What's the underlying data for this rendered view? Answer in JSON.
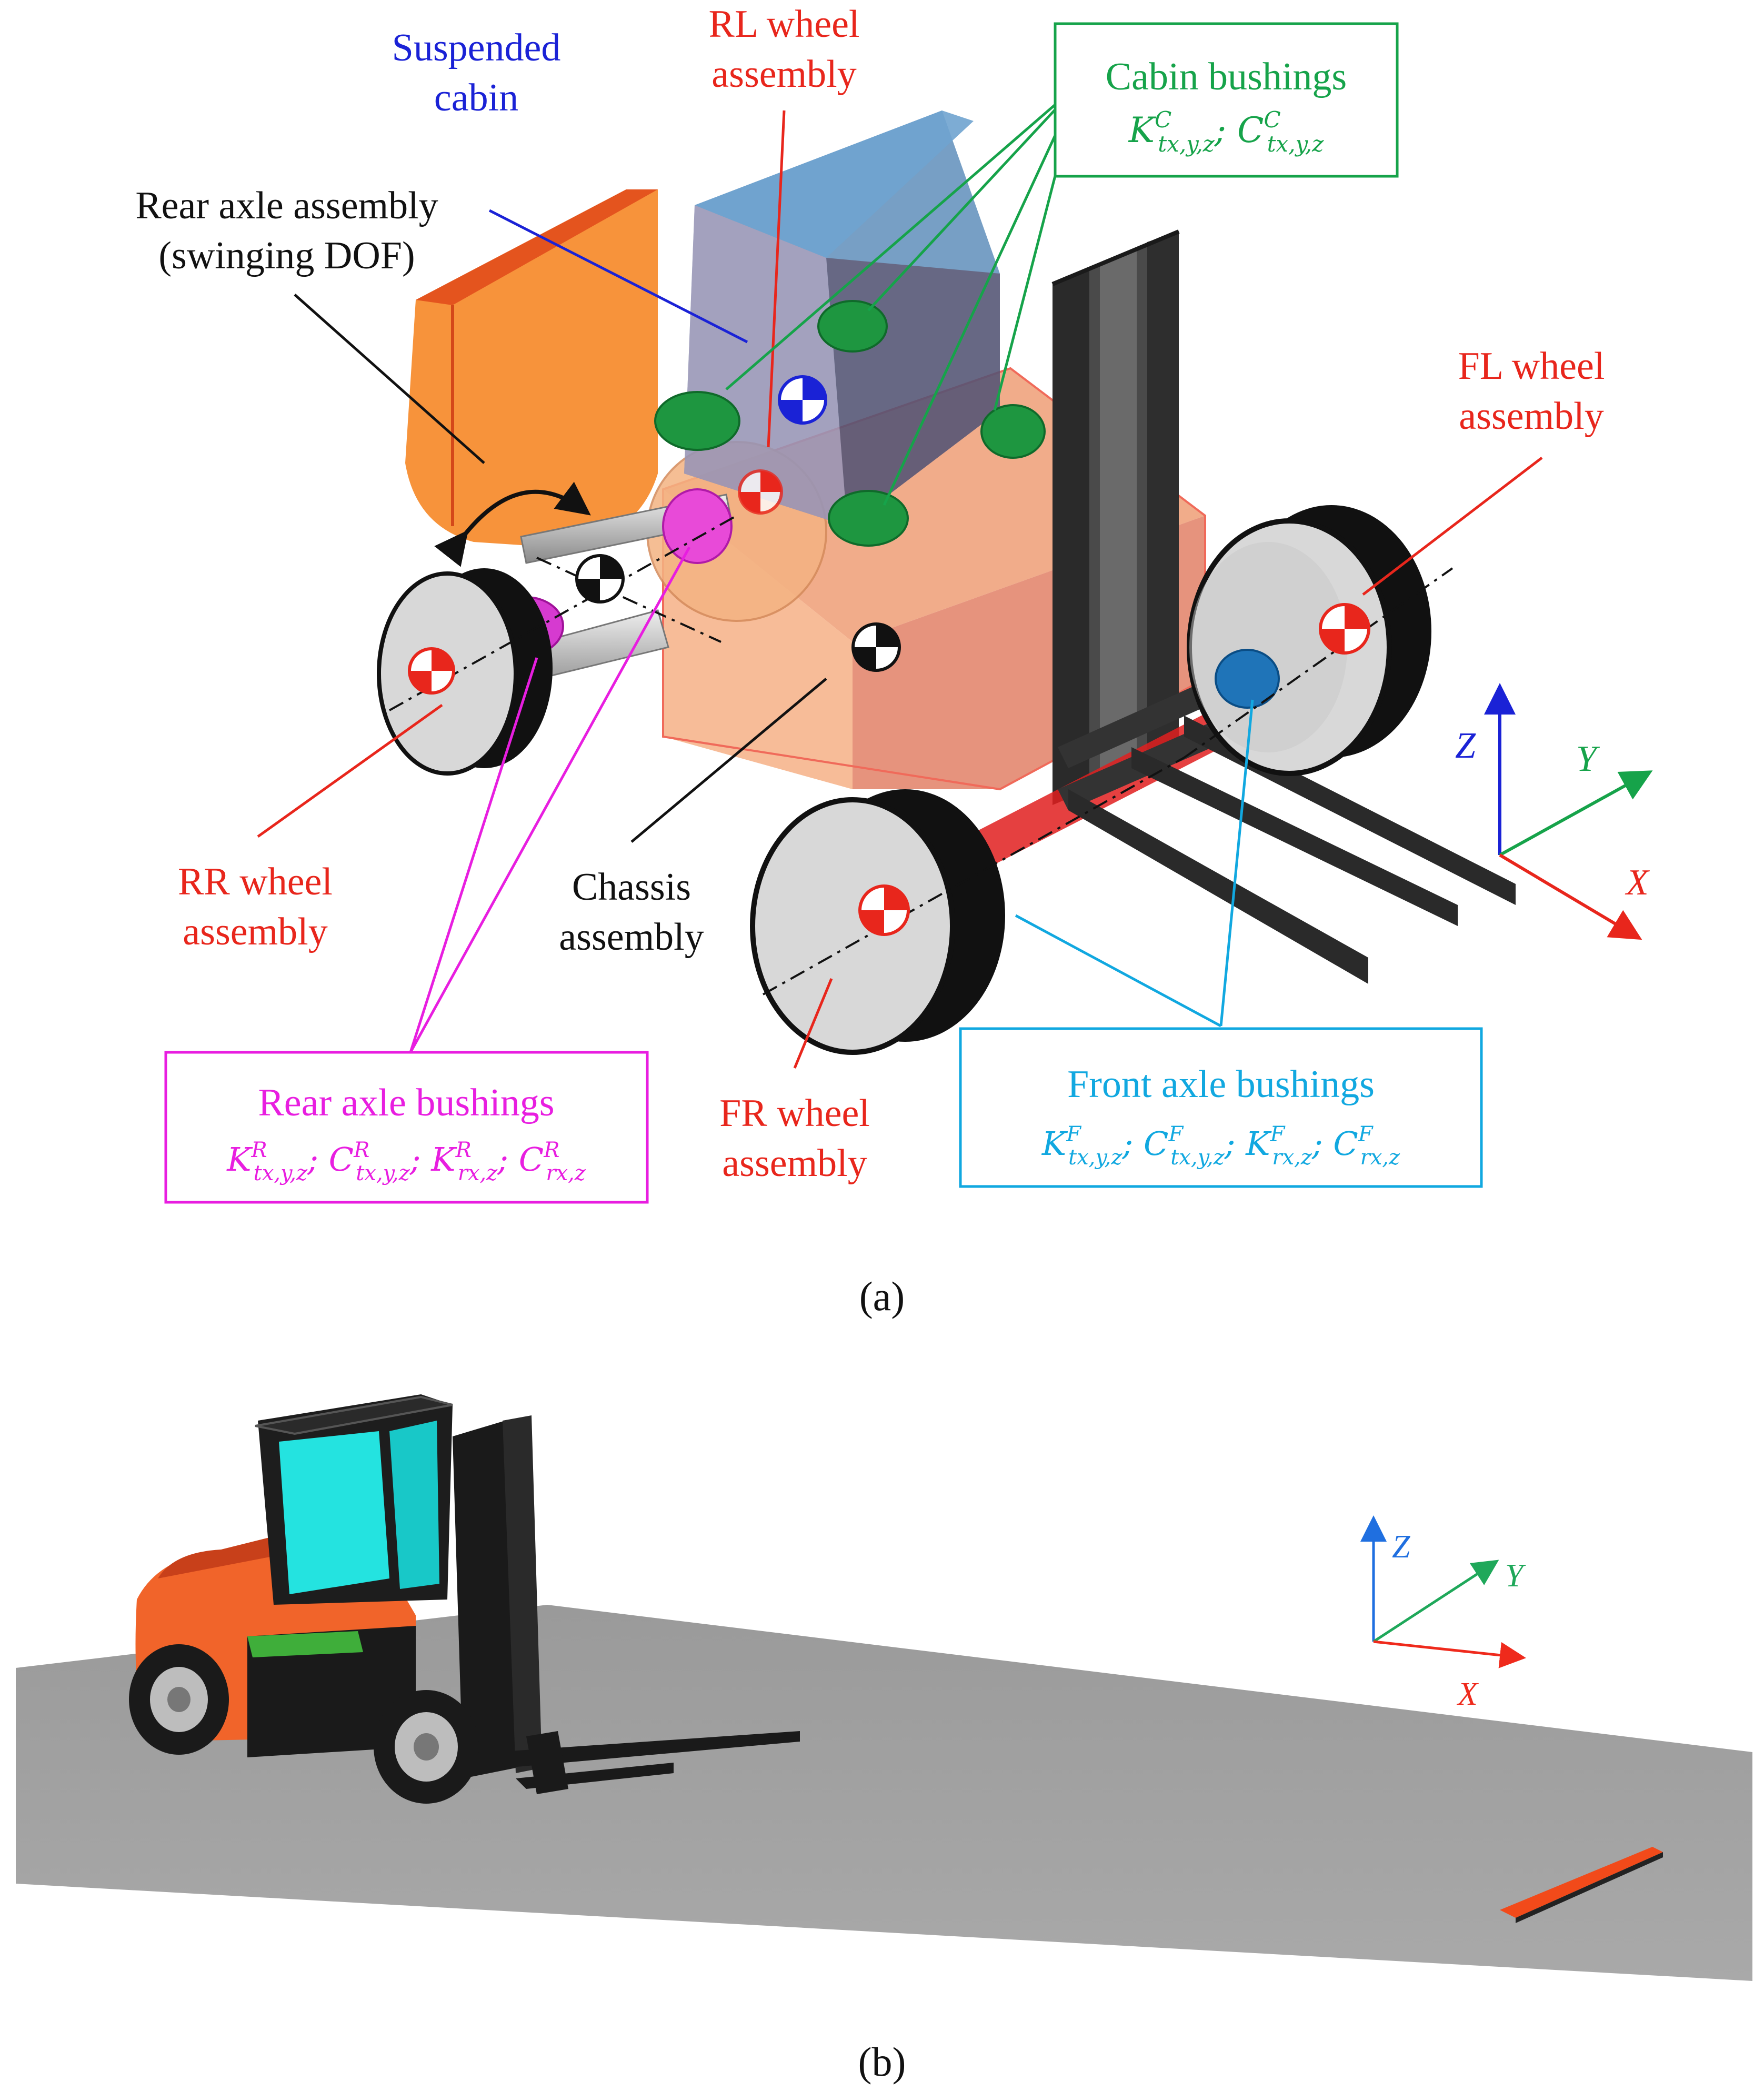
{
  "colors": {
    "red": "#e8261c",
    "blue": "#1a22d6",
    "green": "#16a34a",
    "magenta": "#e81ee0",
    "cyan": "#11a8e0",
    "black": "#111111"
  },
  "panel_a": {
    "caption": "(a)",
    "labels": {
      "suspended_cabin": [
        "Suspended",
        "cabin"
      ],
      "rl_wheel": [
        "RL wheel",
        "assembly"
      ],
      "rear_axle": [
        "Rear axle assembly",
        "(swinging DOF)"
      ],
      "fl_wheel": [
        "FL wheel",
        "assembly"
      ],
      "rr_wheel": [
        "RR wheel",
        "assembly"
      ],
      "chassis": [
        "Chassis",
        "assembly"
      ],
      "fr_wheel": [
        "FR wheel",
        "assembly"
      ]
    },
    "boxes": {
      "cabin_bushings": {
        "title": "Cabin bushings",
        "formula": "K^C_tx,y,z ; C^C_tx,y,z"
      },
      "rear_axle_bushings": {
        "title": "Rear axle bushings",
        "formula": "K^R_tx,y,z ; C^R_tx,y,z ; K^R_rx,z ; C^R_rx,z"
      },
      "front_axle_bushings": {
        "title": "Front axle bushings",
        "formula": "K^F_tx,y,z ; C^F_tx,y,z ; K^F_rx,z ; C^F_rx,z"
      }
    },
    "axes": {
      "x": "X",
      "y": "Y",
      "z": "Z"
    }
  },
  "panel_b": {
    "caption": "(b)",
    "axes": {
      "x": "X",
      "y": "Y",
      "z": "Z"
    }
  }
}
